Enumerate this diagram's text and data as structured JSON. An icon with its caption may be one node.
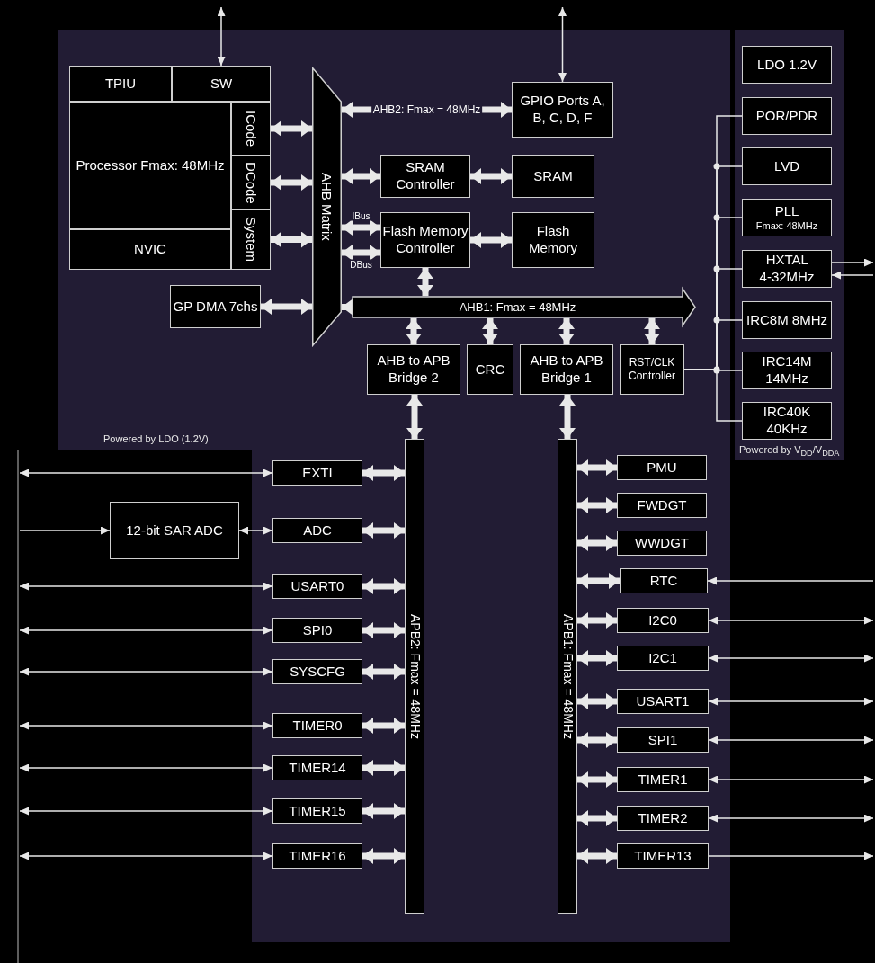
{
  "diagram": {
    "nodes": [
      {
        "text": [
          "Powered by LDO (1.2V)"
        ]
      },
      {
        "text": [
          "Powered by V$_{DD}$/V$_{DDA}$"
        ]
      },
      {
        "text": [
          "TPIU"
        ],
        "in": 0
      },
      {
        "text": [
          "SW"
        ],
        "in": 0
      },
      {
        "text": [
          "Processor Fmax: 48MHz"
        ],
        "in": 0
      },
      {
        "text": [
          "ICode"
        ],
        "in": 0
      },
      {
        "text": [
          "DCode"
        ],
        "in": 0
      },
      {
        "text": [
          "System"
        ],
        "in": 0
      },
      {
        "text": [
          "NVIC"
        ],
        "in": 0
      },
      {
        "text": [
          "GP DMA 7chs"
        ],
        "in": 0
      },
      {
        "text": [
          "AHB Matrix"
        ],
        "in": 0
      },
      {
        "text": [
          "GPIO Ports A, B, C, D, F"
        ],
        "in": 0
      },
      {
        "text": [
          "SRAM Controller"
        ],
        "in": 0
      },
      {
        "text": [
          "SRAM"
        ],
        "in": 0
      },
      {
        "text": [
          "Flash Memory Controller"
        ],
        "in": 0
      },
      {
        "text": [
          "Flash Memory"
        ],
        "in": 0
      },
      {
        "text": [
          "AHB1: Fmax = 48MHz"
        ],
        "in": 0
      },
      {
        "text": [
          "AHB to APB Bridge 2"
        ],
        "in": 0
      },
      {
        "text": [
          "CRC"
        ],
        "in": 0
      },
      {
        "text": [
          "AHB to APB Bridge 1"
        ],
        "in": 0
      },
      {
        "text": [
          "RST/CLK Controller"
        ],
        "in": 0
      },
      {
        "text": [
          "LDO 1.2V"
        ],
        "in": 1
      },
      {
        "text": [
          "POR/PDR"
        ],
        "in": 1
      },
      {
        "text": [
          "LVD"
        ],
        "in": 1
      },
      {
        "text": [
          "PLL",
          "Fmax: 48MHz"
        ],
        "in": 1
      },
      {
        "text": [
          "HXTAL 4-32MHz"
        ],
        "in": 1
      },
      {
        "text": [
          "IRC8M 8MHz"
        ],
        "in": 1
      },
      {
        "text": [
          "IRC14M 14MHz"
        ],
        "in": 1
      },
      {
        "text": [
          "IRC40K 40KHz"
        ],
        "in": 1
      },
      {
        "text": [
          "APB2: Fmax = 48MHz"
        ],
        "in": 0
      },
      {
        "text": [
          "APB1: Fmax = 48MHz"
        ],
        "in": 0
      },
      {
        "text": [
          "EXTI"
        ],
        "in": 0
      },
      {
        "text": [
          "12-bit SAR ADC"
        ]
      },
      {
        "text": [
          "ADC"
        ],
        "in": 0
      },
      {
        "text": [
          "USART0"
        ],
        "in": 0
      },
      {
        "text": [
          "SPI0"
        ],
        "in": 0
      },
      {
        "text": [
          "SYSCFG"
        ],
        "in": 0
      },
      {
        "text": [
          "TIMER0"
        ],
        "in": 0
      },
      {
        "text": [
          "TIMER14"
        ],
        "in": 0
      },
      {
        "text": [
          "TIMER15"
        ],
        "in": 0
      },
      {
        "text": [
          "TIMER16"
        ],
        "in": 0
      },
      {
        "text": [
          "PMU"
        ],
        "in": 0
      },
      {
        "text": [
          "FWDGT"
        ],
        "in": 0
      },
      {
        "text": [
          "WWDGT"
        ],
        "in": 0
      },
      {
        "text": [
          "RTC"
        ],
        "in": 0
      },
      {
        "text": [
          "I2C0"
        ],
        "in": 0
      },
      {
        "text": [
          "I2C1"
        ],
        "in": 0
      },
      {
        "text": [
          "USART1"
        ],
        "in": 0
      },
      {
        "text": [
          "SPI1"
        ],
        "in": 0
      },
      {
        "text": [
          "TIMER1"
        ],
        "in": 0
      },
      {
        "text": [
          "TIMER2"
        ],
        "in": 0
      },
      {
        "text": [
          "TIMER13"
        ],
        "in": 0
      }
    ],
    "edges": [
      {
        "from": 3,
        "to": null,
        "arrow": "both"
      },
      {
        "from": 11,
        "to": null,
        "arrow": "both"
      },
      {
        "from": 5,
        "to": 10,
        "arrow": "both"
      },
      {
        "from": 6,
        "to": 10,
        "arrow": "both"
      },
      {
        "from": 7,
        "to": 10,
        "arrow": "both"
      },
      {
        "from": 9,
        "to": 10,
        "arrow": "both"
      },
      {
        "from": 10,
        "to": 11,
        "arrow": "both",
        "label": "AHB2: Fmax = 48MHz"
      },
      {
        "from": 10,
        "to": 12,
        "arrow": "both"
      },
      {
        "from": 12,
        "to": 13,
        "arrow": "both"
      },
      {
        "from": 10,
        "to": 14,
        "arrow": "both",
        "label": "IBus"
      },
      {
        "from": 10,
        "to": 14,
        "arrow": "both",
        "label": "DBus"
      },
      {
        "from": 14,
        "to": 15,
        "arrow": "both"
      },
      {
        "from": 14,
        "to": 16,
        "arrow": "both"
      },
      {
        "from": 16,
        "to": 10,
        "arrow": "to"
      },
      {
        "from": 16,
        "to": 17,
        "arrow": "both"
      },
      {
        "from": 16,
        "to": 18,
        "arrow": "both"
      },
      {
        "from": 16,
        "to": 19,
        "arrow": "both"
      },
      {
        "from": 16,
        "to": 20,
        "arrow": "both"
      },
      {
        "from": 17,
        "to": 29,
        "arrow": "both"
      },
      {
        "from": 19,
        "to": 30,
        "arrow": "both"
      },
      {
        "from": 20,
        "to": 22,
        "arrow": "none"
      },
      {
        "from": 20,
        "to": 23,
        "arrow": "none"
      },
      {
        "from": 20,
        "to": 24,
        "arrow": "none"
      },
      {
        "from": 20,
        "to": 25,
        "arrow": "none"
      },
      {
        "from": 20,
        "to": 26,
        "arrow": "none"
      },
      {
        "from": 20,
        "to": 27,
        "arrow": "none"
      },
      {
        "from": 20,
        "to": 28,
        "arrow": "none"
      },
      {
        "from": 25,
        "to": null,
        "arrow": "to"
      },
      {
        "from": null,
        "to": 25,
        "arrow": "to"
      },
      {
        "from": 29,
        "to": 31,
        "arrow": "both"
      },
      {
        "from": 29,
        "to": 33,
        "arrow": "both"
      },
      {
        "from": 29,
        "to": 34,
        "arrow": "both"
      },
      {
        "from": 29,
        "to": 35,
        "arrow": "both"
      },
      {
        "from": 29,
        "to": 36,
        "arrow": "both"
      },
      {
        "from": 29,
        "to": 37,
        "arrow": "both"
      },
      {
        "from": 29,
        "to": 38,
        "arrow": "both"
      },
      {
        "from": 29,
        "to": 39,
        "arrow": "both"
      },
      {
        "from": 29,
        "to": 40,
        "arrow": "both"
      },
      {
        "from": 31,
        "to": null,
        "arrow": "both"
      },
      {
        "from": null,
        "to": 32,
        "arrow": "to"
      },
      {
        "from": 32,
        "to": 33,
        "arrow": "both"
      },
      {
        "from": 34,
        "to": null,
        "arrow": "both"
      },
      {
        "from": 35,
        "to": null,
        "arrow": "both"
      },
      {
        "from": 36,
        "to": null,
        "arrow": "both"
      },
      {
        "from": 37,
        "to": null,
        "arrow": "both"
      },
      {
        "from": 38,
        "to": null,
        "arrow": "both"
      },
      {
        "from": 39,
        "to": null,
        "arrow": "both"
      },
      {
        "from": 40,
        "to": null,
        "arrow": "both"
      },
      {
        "from": 30,
        "to": 41,
        "arrow": "both"
      },
      {
        "from": 30,
        "to": 42,
        "arrow": "both"
      },
      {
        "from": 30,
        "to": 43,
        "arrow": "both"
      },
      {
        "from": 30,
        "to": 44,
        "arrow": "both"
      },
      {
        "from": 30,
        "to": 45,
        "arrow": "both"
      },
      {
        "from": 30,
        "to": 46,
        "arrow": "both"
      },
      {
        "from": 30,
        "to": 47,
        "arrow": "both"
      },
      {
        "from": 30,
        "to": 48,
        "arrow": "both"
      },
      {
        "from": 30,
        "to": 49,
        "arrow": "both"
      },
      {
        "from": 30,
        "to": 50,
        "arrow": "both"
      },
      {
        "from": 30,
        "to": 51,
        "arrow": "both"
      },
      {
        "from": null,
        "to": 44,
        "arrow": "to"
      },
      {
        "from": 45,
        "to": null,
        "arrow": "both"
      },
      {
        "from": 46,
        "to": null,
        "arrow": "both"
      },
      {
        "from": 47,
        "to": null,
        "arrow": "both"
      },
      {
        "from": 48,
        "to": null,
        "arrow": "both"
      },
      {
        "from": 49,
        "to": null,
        "arrow": "both"
      },
      {
        "from": 50,
        "to": null,
        "arrow": "both"
      },
      {
        "from": 51,
        "to": null,
        "arrow": "to"
      }
    ]
  }
}
